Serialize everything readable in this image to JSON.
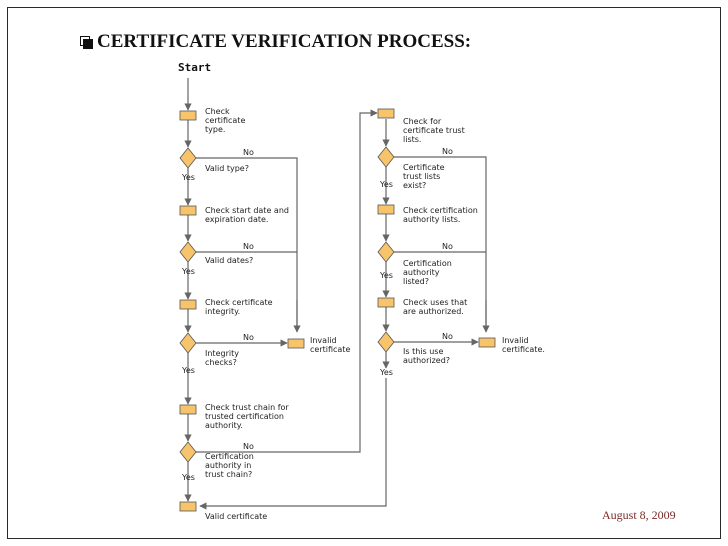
{
  "slide": {
    "title": "CERTIFICATE VERIFICATION PROCESS:",
    "date": "August 8, 2009"
  },
  "flow": {
    "start": "Start",
    "left": {
      "check_type": [
        "Check",
        "certificate",
        "type."
      ],
      "valid_type": [
        "Valid type?"
      ],
      "check_dates": [
        "Check start date and",
        "expiration date."
      ],
      "valid_dates": [
        "Valid dates?"
      ],
      "check_integrity": [
        "Check certificate",
        "integrity."
      ],
      "integrity_checks": [
        "Integrity",
        "checks?"
      ],
      "check_trust_chain": [
        "Check trust chain for",
        "trusted certification",
        "authority."
      ],
      "ca_in_trust_chain": [
        "Certification",
        "authority in",
        "trust chain?"
      ],
      "valid_certificate": [
        "Valid certificate"
      ]
    },
    "right": {
      "check_trust_lists": [
        "Check for",
        "certificate trust",
        "lists."
      ],
      "trust_lists_exist": [
        "Certificate",
        "trust lists",
        "exist?"
      ],
      "check_ca_lists": [
        "Check certification",
        "authority lists."
      ],
      "ca_listed": [
        "Certification",
        "authority",
        "listed?"
      ],
      "check_uses": [
        "Check uses that",
        "are authorized."
      ],
      "use_authorized": [
        "Is this use",
        "authorized?"
      ]
    },
    "invalid_left": [
      "Invalid",
      "certificate"
    ],
    "invalid_right": [
      "Invalid",
      "certificate."
    ],
    "yes_label": "Yes",
    "no_label": "No"
  },
  "colors": {
    "node_fill": "#f7c46c",
    "line": "#666666"
  }
}
